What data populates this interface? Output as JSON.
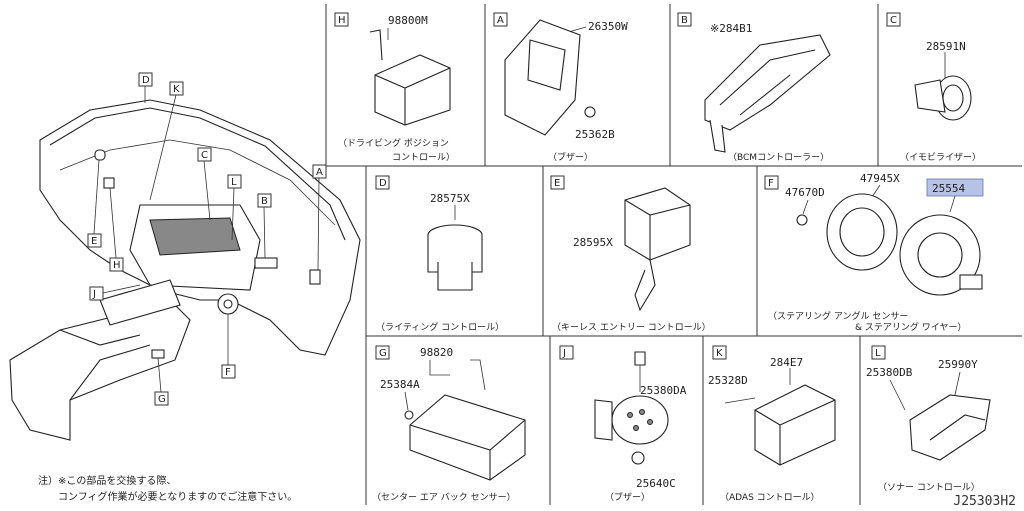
{
  "panels": {
    "H": {
      "letter": "H",
      "parts": [
        "98800M"
      ],
      "caption": "（ドライビング ポジション\nコントロール）"
    },
    "A": {
      "letter": "A",
      "parts": [
        "26350W",
        "25362B"
      ],
      "caption": "（ブザー）"
    },
    "B": {
      "letter": "B",
      "parts": [
        "※284B1"
      ],
      "caption": "（BCMコントローラー）"
    },
    "C": {
      "letter": "C",
      "parts": [
        "28591N"
      ],
      "caption": "（イモビライザー）"
    },
    "D": {
      "letter": "D",
      "parts": [
        "28575X"
      ],
      "caption": "（ライティング コントロール）"
    },
    "E": {
      "letter": "E",
      "parts": [
        "28595X"
      ],
      "caption": "（キーレス エントリー コントロール）"
    },
    "F": {
      "letter": "F",
      "parts": [
        "47670D",
        "47945X",
        "25554"
      ],
      "caption": "（ステアリング アングル センサー\n& ステアリング ワイヤー）"
    },
    "G": {
      "letter": "G",
      "parts": [
        "98820",
        "25384A"
      ],
      "caption": "（センター エア バック センサー）"
    },
    "J": {
      "letter": "J",
      "parts": [
        "25380DA",
        "25640C"
      ],
      "caption": "（ブザー）"
    },
    "K": {
      "letter": "K",
      "parts": [
        "284E7",
        "25328D"
      ],
      "caption": "（ADAS コントロール）"
    },
    "L": {
      "letter": "L",
      "parts": [
        "25380DB",
        "25990Y"
      ],
      "caption": "（ソナー コントロール）"
    }
  },
  "overview_callouts": [
    "D",
    "K",
    "C",
    "L",
    "A",
    "B",
    "E",
    "H",
    "J",
    "F",
    "G"
  ],
  "highlight_part": "25554",
  "highlight_color": "#b7c3e6",
  "note": {
    "line1": "注）※この部品を交換する際、",
    "line2": "コンフィグ作業が必要となりますのでご注意下さい。"
  },
  "diagram_code": "J25303H2"
}
